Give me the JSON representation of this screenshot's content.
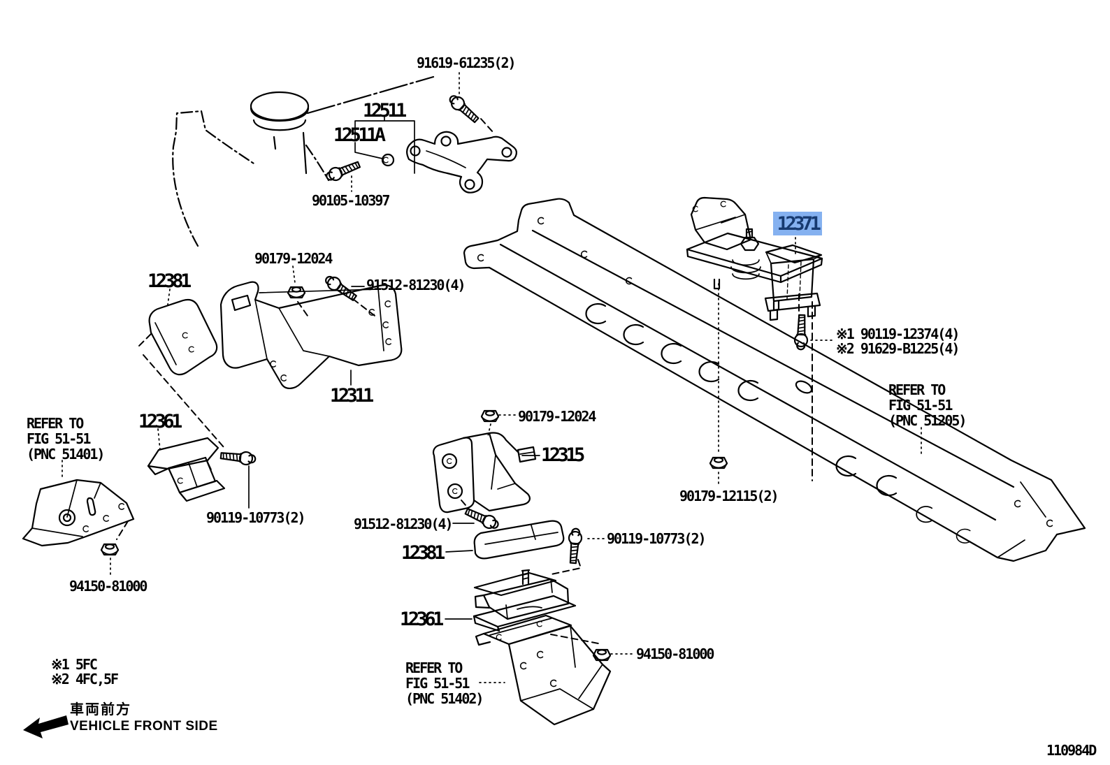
{
  "diagram": {
    "type": "parts-diagram",
    "figure_code": "110984D",
    "highlight": {
      "bg": "#85b1f0",
      "text_color": "#173a70"
    },
    "labels": {
      "bolt_91619": "91619-61235(2)",
      "part_12511": "12511",
      "part_12511a": "12511A",
      "bolt_90105": "90105-10397",
      "nut_90179_12024_upper": "90179-12024",
      "bolt_91512_upper": "91512-81230(4)",
      "pad_12381_upper": "12381",
      "part_12311": "12311",
      "part_12361_upper": "12361",
      "bolt_90119_left": "90119-10773(2)",
      "nut_94150_left": "94150-81000",
      "nut_90179_12024_mid": "90179-12024",
      "part_12315": "12315",
      "bolt_91512_mid": "91512-81230(4)",
      "pad_12381_mid": "12381",
      "bolt_90119_mid": "90119-10773(2)",
      "part_12361_lower": "12361",
      "nut_94150_lower": "94150-81000",
      "part_12371": "12371",
      "bolt_note1": "※1 90119-12374(4)",
      "bolt_note2": "※2 91629-B1225(4)",
      "nut_90179_12115": "90179-12115(2)"
    },
    "references": {
      "ref_51401": {
        "line1": "REFER TO",
        "line2": "FIG 51-51",
        "line3": "(PNC 51401)"
      },
      "ref_51402": {
        "line1": "REFER TO",
        "line2": "FIG 51-51",
        "line3": "(PNC 51402)"
      },
      "ref_51205": {
        "line1": "REFER TO",
        "line2": "FIG 51-51",
        "line3": "(PNC 51205)"
      }
    },
    "notes": {
      "note1": "※1 5FC",
      "note2": "※2 4FC,5F"
    },
    "direction": {
      "jp": "車両前方",
      "en": "VEHICLE FRONT SIDE"
    }
  }
}
